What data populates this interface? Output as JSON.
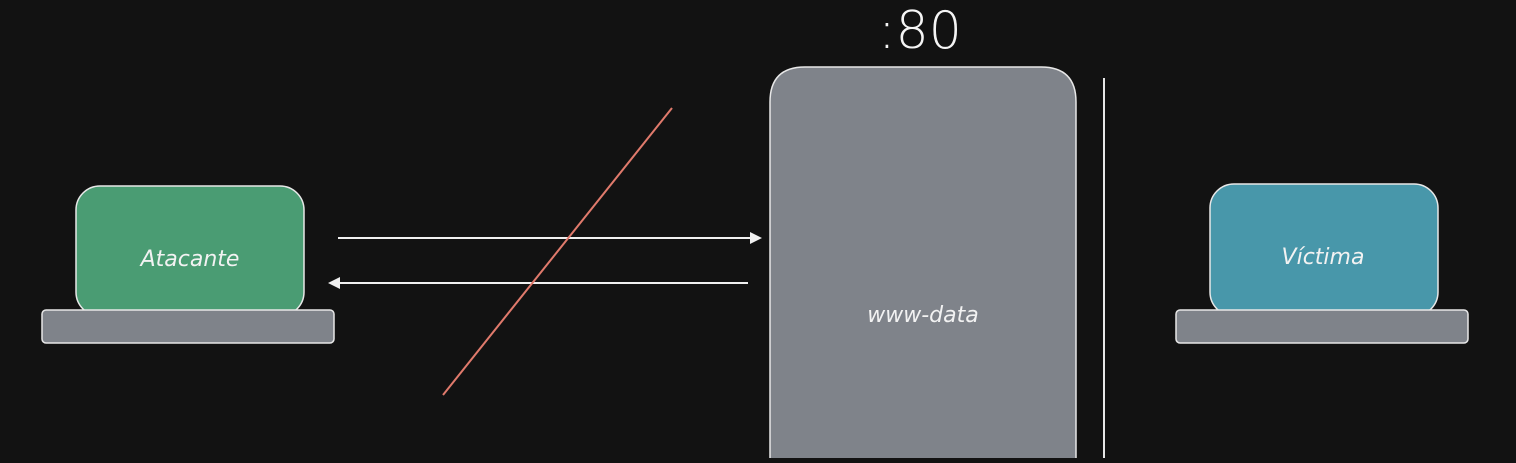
{
  "diagram": {
    "port_label": ":80",
    "attacker": {
      "label": "Atacante",
      "screen_color": "#4a9c73",
      "base_color": "#7f838a"
    },
    "server": {
      "label": "www-data",
      "fill_color": "#7f838a"
    },
    "victim": {
      "label": "Víctima",
      "screen_color": "#4897aa",
      "base_color": "#7f838a"
    },
    "arrows": [
      {
        "name": "attacker-to-server",
        "direction": "right"
      },
      {
        "name": "server-to-attacker",
        "direction": "left"
      }
    ],
    "blocked_marker_color": "#e07a6c",
    "separator_color": "#e6e6e6"
  }
}
